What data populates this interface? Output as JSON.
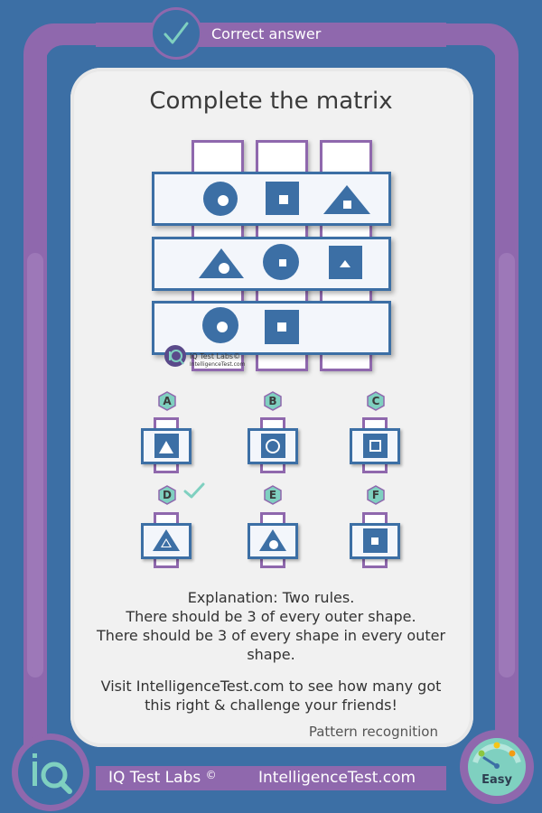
{
  "header": {
    "label": "Correct answer"
  },
  "title": "Complete the matrix",
  "watermark": {
    "brand": "IQ Test Labs©",
    "site": "IntelligenceTest.com"
  },
  "matrix": [
    [
      "circle-with-circle",
      "square-with-square",
      "triangle-with-square"
    ],
    [
      "triangle-with-circle",
      "circle-with-square",
      "square-with-triangle"
    ],
    [
      "circle-with-circle",
      "square-with-square",
      "missing"
    ]
  ],
  "options": [
    {
      "letter": "A",
      "shape": "square-with-triangle",
      "correct": false
    },
    {
      "letter": "B",
      "shape": "square-with-circle",
      "correct": false
    },
    {
      "letter": "C",
      "shape": "square-with-square",
      "correct": false
    },
    {
      "letter": "D",
      "shape": "triangle-with-triangle",
      "correct": true
    },
    {
      "letter": "E",
      "shape": "triangle-with-circle",
      "correct": false
    },
    {
      "letter": "F",
      "shape": "square-with-square",
      "correct": false
    }
  ],
  "explanation": {
    "line1": "Explanation: Two rules.",
    "line2": "There should be 3 of every outer shape.",
    "line3": "There should be 3 of every shape in every outer shape."
  },
  "visit_text": "Visit IntelligenceTest.com to see how many got this right & challenge your friends!",
  "category": "Pattern recognition",
  "footer": {
    "brand": "IQ Test Labs",
    "copyright": "©",
    "site": "IntelligenceTest.com"
  },
  "difficulty": {
    "label": "Easy"
  },
  "colors": {
    "blue": "#3c6fa5",
    "purple": "#8f68ad",
    "teal": "#7fd0c0",
    "panel": "#f1f1f1"
  }
}
